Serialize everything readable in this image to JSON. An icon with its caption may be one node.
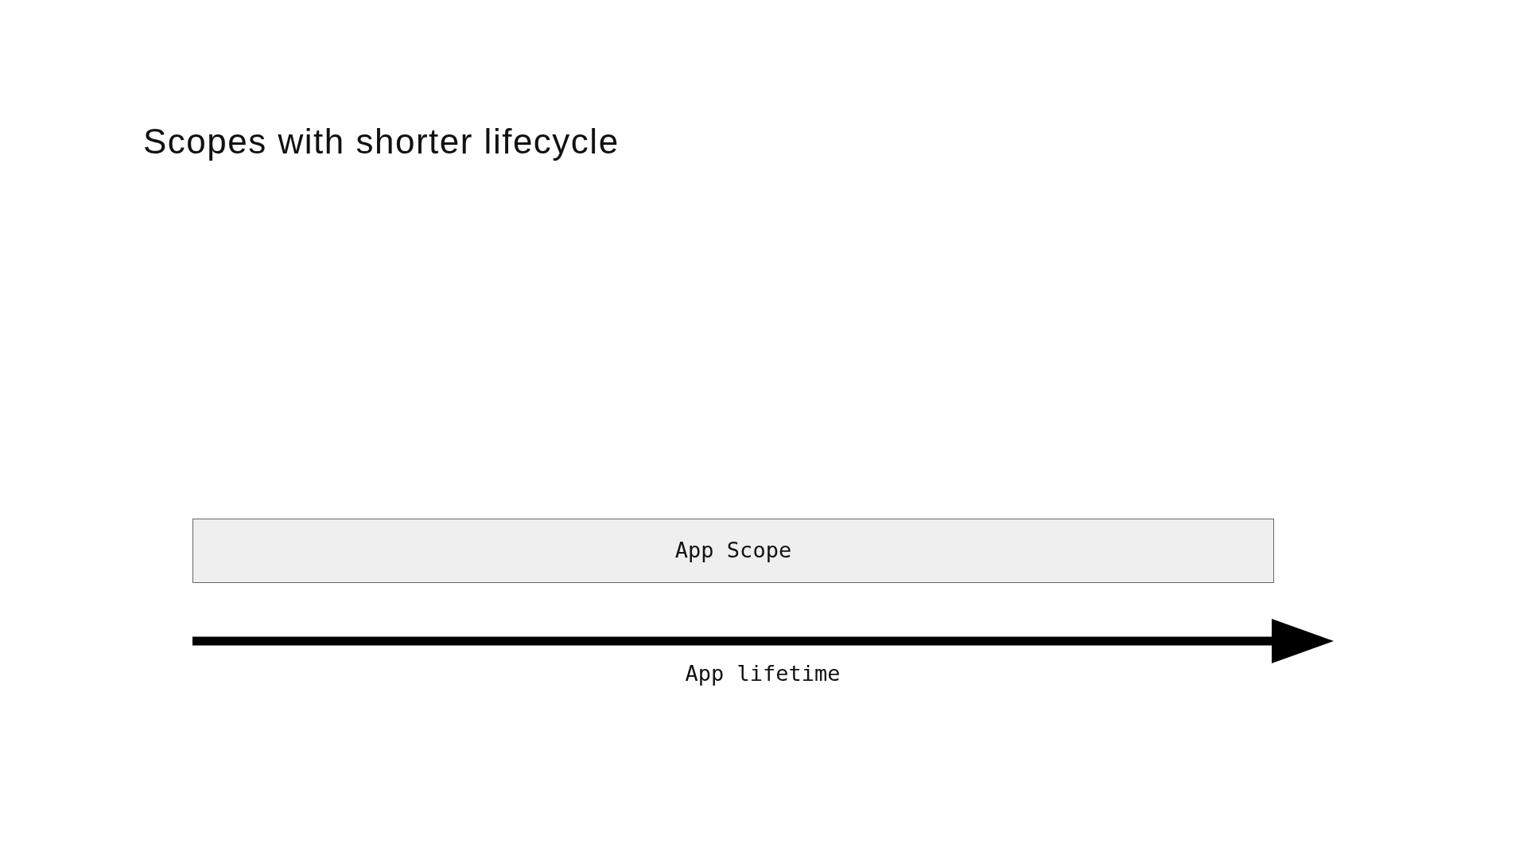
{
  "diagram": {
    "title": "Scopes with shorter lifecycle",
    "nodes": [
      {
        "text": [
          "App Scope"
        ]
      }
    ],
    "labels": [
      "App lifetime"
    ]
  }
}
